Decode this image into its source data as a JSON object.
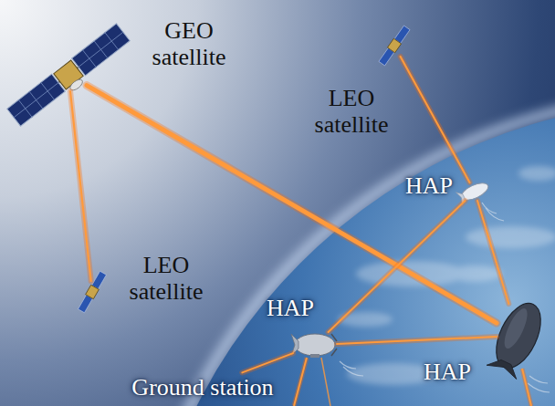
{
  "diagram": {
    "nodes": [
      {
        "text": [
          "GEO satellite"
        ]
      },
      {
        "text": [
          "LEO satellite"
        ]
      },
      {
        "text": [
          "LEO satellite"
        ]
      },
      {
        "text": [
          "HAP"
        ]
      },
      {
        "text": [
          "HAP"
        ]
      },
      {
        "text": [
          "HAP"
        ]
      },
      {
        "text": [
          "Ground station"
        ]
      }
    ],
    "edges": [
      {
        "from": 0,
        "to": 2,
        "arrow": "none"
      },
      {
        "from": 0,
        "to": 5,
        "arrow": "none"
      },
      {
        "from": 1,
        "to": 3,
        "arrow": "none"
      },
      {
        "from": 3,
        "to": 4,
        "arrow": "none"
      },
      {
        "from": 3,
        "to": 5,
        "arrow": "none"
      },
      {
        "from": 4,
        "to": 5,
        "arrow": "none"
      },
      {
        "from": 4,
        "to": 6,
        "arrow": "none"
      }
    ]
  }
}
